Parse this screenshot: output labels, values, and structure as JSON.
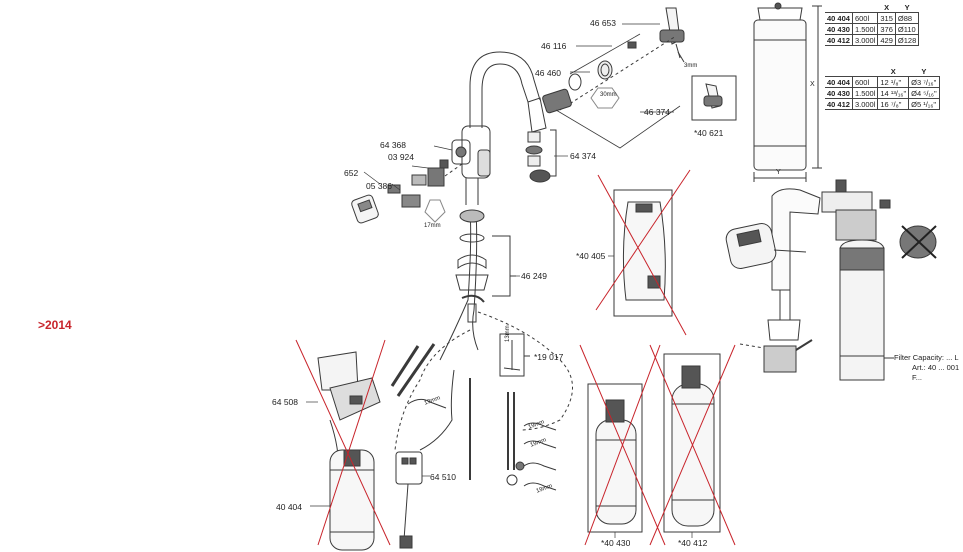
{
  "region_label": ">2014",
  "part_numbers": {
    "p46653": "46 653",
    "p46116": "46 116",
    "p46460": "46 460",
    "p46374": "46 374",
    "p40621": "*40 621",
    "p64368": "64 368",
    "p03924": "03 924",
    "p652": "652",
    "p05386": "05 386",
    "p64374": "64 374",
    "p40405": "*40 405",
    "p46249": "46 249",
    "p19017": "*19 017",
    "p64508": "64 508",
    "p64510": "64 510",
    "p40404": "40 404",
    "p40430": "*40 430",
    "p40412": "*40 412"
  },
  "dimensions": {
    "d3mm": "3mm",
    "d30mm": "30mm",
    "d17mm": "17mm",
    "d13mm": "13mm",
    "d19mm_a": "19mm",
    "d19mm_b": "19mm",
    "d19mm_c": "19mm",
    "d19mm_d": "19mm",
    "axis_x": "X",
    "axis_y": "Y"
  },
  "spec_table_metric": {
    "headers": [
      "",
      "",
      "X",
      "Y"
    ],
    "rows": [
      [
        "40 404",
        "600l",
        "315",
        "Ø88"
      ],
      [
        "40 430",
        "1.500l",
        "376",
        "Ø110"
      ],
      [
        "40 412",
        "3.000l",
        "429",
        "Ø128"
      ]
    ]
  },
  "spec_table_imperial": {
    "headers": [
      "",
      "",
      "X",
      "Y"
    ],
    "rows": [
      [
        "40 404",
        "600l",
        "12 ¹/₈\"",
        "Ø3 ⁷/₁₆\""
      ],
      [
        "40 430",
        "1.500l",
        "14 ¹³/₁₆\"",
        "Ø4 ⁵/₁₆\""
      ],
      [
        "40 412",
        "3.000l",
        "16 ⁷/₈\"",
        "Ø5 ¹/₁₆\""
      ]
    ]
  },
  "filter_note": {
    "line1": "Filter Capacity: ... L",
    "line2": "Art.: 40 ... 001",
    "line3": "F..."
  },
  "colors": {
    "line": "#3a3a3a",
    "cross": "#c8242b",
    "fill_dark": "#555555"
  }
}
